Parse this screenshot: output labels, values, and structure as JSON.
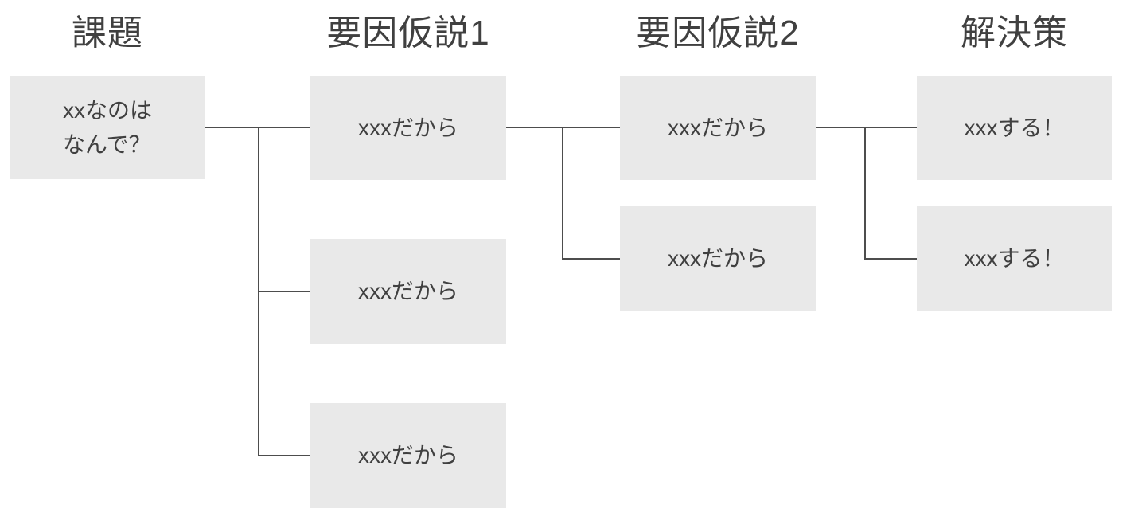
{
  "diagram": {
    "type": "tree",
    "direction": "left-to-right",
    "colors": {
      "background": "#ffffff",
      "box_fill": "#e9e9e9",
      "line_color": "#4d4d4d",
      "text_color": "#404040"
    },
    "columns": [
      {
        "header": "課題",
        "boxes": [
          {
            "lines": [
              "xxなのは",
              "なんで？"
            ]
          }
        ]
      },
      {
        "header": "要因仮説1",
        "boxes": [
          {
            "text": "xxxだから"
          },
          {
            "text": "xxxだから"
          },
          {
            "text": "xxxだから"
          }
        ]
      },
      {
        "header": "要因仮説2",
        "boxes": [
          {
            "text": "xxxだから"
          },
          {
            "text": "xxxだから"
          }
        ]
      },
      {
        "header": "解決策",
        "boxes": [
          {
            "text": "xxxする！"
          },
          {
            "text": "xxxする！"
          }
        ]
      }
    ],
    "connections": [
      "課題 → 要因仮説1の3ボックス",
      "要因仮説1の上段 → 要因仮説2の2ボックス",
      "要因仮説2の上段 → 解決策の2ボックス"
    ]
  }
}
